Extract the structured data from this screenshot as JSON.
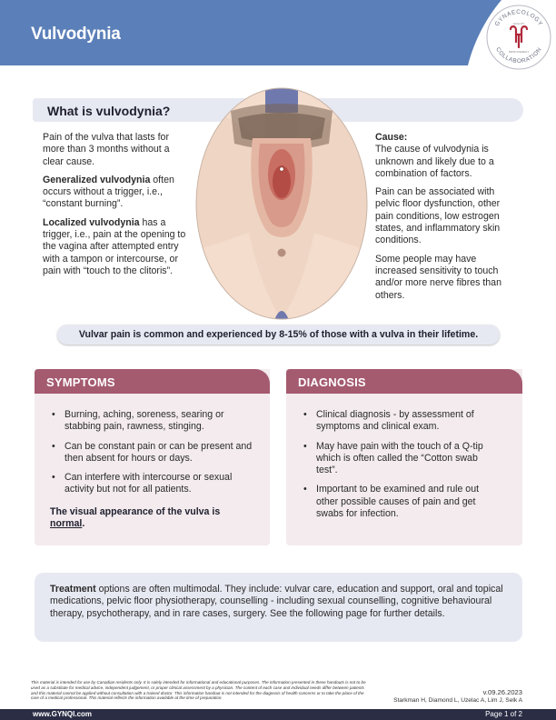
{
  "header": {
    "title": "Vulvodynia",
    "logo": {
      "text_top": "GYNAECOLOGY",
      "text_bottom": "COLLABORATION",
      "text_inner_top": "QUALITY",
      "text_inner_bottom": "IMPROVEMENT"
    }
  },
  "what": {
    "heading": "What is vulvodynia?",
    "definition": "Pain of the vulva that lasts for more than 3 months without a clear cause.",
    "generalized_term": "Generalized vulvodynia",
    "generalized_text": " often occurs without a trigger, i.e., “constant burning”.",
    "localized_term": "Localized vulvodynia",
    "localized_text": " has a trigger, i.e., pain at the opening to the vagina after attempted entry with a tampon or intercourse, or pain with “touch to the clitoris”.",
    "cause_heading": "Cause:",
    "cause_text": "The cause of vulvodynia is unknown and likely due to a combination of factors.",
    "association_text": "Pain can be associated with pelvic floor dysfunction, other pain conditions, low estrogen states, and inflammatory skin conditions.",
    "sensitivity_text": "Some people may have increased sensitivity to touch and/or more nerve fibres than others."
  },
  "callout": "Vulvar pain is common and experienced by 8-15% of those with a vulva in their lifetime.",
  "symptoms": {
    "heading": "SYMPTOMS",
    "items": [
      "Burning, aching, soreness, searing or stabbing pain, rawness, stinging.",
      "Can be constant pain or can be present and then absent for hours or days.",
      "Can interfere with intercourse or sexual activity but not for all patients."
    ],
    "note_prefix": "The visual appearance of the vulva is ",
    "note_emphasis": "normal",
    "note_suffix": "."
  },
  "diagnosis": {
    "heading": "DIAGNOSIS",
    "items": [
      "Clinical diagnosis - by assessment of symptoms and clinical exam.",
      "May have pain with the touch of a Q-tip which is often called the “Cotton swab test”.",
      "Important to be examined and rule out other possible causes of pain and get swabs for infection."
    ]
  },
  "treatment": {
    "term": "Treatment",
    "text": " options are often multimodal. They include: vulvar care, education and support, oral and topical medications, pelvic floor physiotherapy, counselling - including sexual counselling, cognitive behavioural therapy, psychotherapy, and in rare cases, surgery. See the following page for further details."
  },
  "footer": {
    "disclaimer": "This material is intended for use by Canadian residents only. It is solely intended for informational and educational purposes. The information presented in these handouts is not to be used as a substitute for medical advice, independent judgement, or proper clinical assessment by a physician. The content of each case and individual needs differ between patients and this material cannot be applied without consultation with a trained doctor. This information handout is not intended for the diagnosis of health concerns or to take the place of the care of a medical professional. This material reflects the information available at the time of preparation.",
    "version": "v.09.26.2023",
    "authors": "Starkman H, Diamond L, Uzelac A, Lim J, Selk A",
    "url": "www.GYNQI.com",
    "page": "Page 1 of 2"
  },
  "colors": {
    "header_blue": "#5b7fb8",
    "header_dark": "#2b2d45",
    "accent_rose": "#a45a6f",
    "panel_bg": "#f3ebee",
    "lavender": "#e7e9f2",
    "logo_red": "#b0283a"
  }
}
